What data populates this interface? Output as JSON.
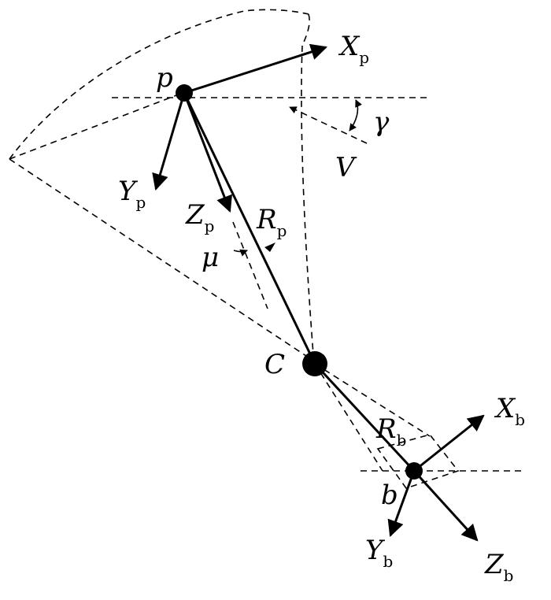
{
  "labels": {
    "p": "p",
    "c": "C",
    "b": "b",
    "xp": {
      "main": "X",
      "sub": "p"
    },
    "yp": {
      "main": "Y",
      "sub": "p"
    },
    "zp": {
      "main": "Z",
      "sub": "p"
    },
    "rp": {
      "main": "R",
      "sub": "p"
    },
    "xb": {
      "main": "X",
      "sub": "b"
    },
    "yb": {
      "main": "Y",
      "sub": "b"
    },
    "zb": {
      "main": "Z",
      "sub": "b"
    },
    "rb": {
      "main": "R",
      "sub": "b"
    },
    "gamma": "γ",
    "mu": "μ",
    "v": "V"
  }
}
